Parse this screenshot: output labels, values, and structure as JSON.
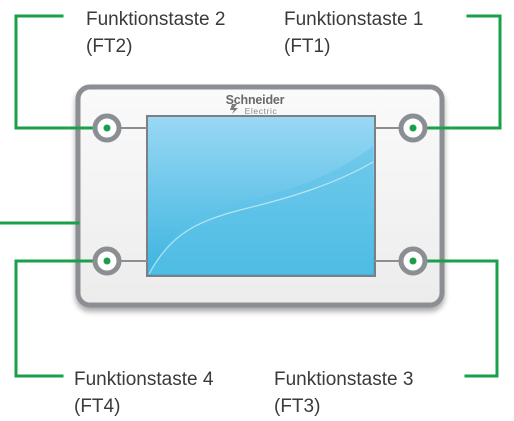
{
  "device": {
    "brand_name": "Schneider",
    "brand_sub": "Electric"
  },
  "keys": {
    "ft2": {
      "name": "Funktionstaste 2",
      "code": "(FT2)"
    },
    "ft1": {
      "name": "Funktionstaste 1",
      "code": "(FT1)"
    },
    "ft4": {
      "name": "Funktionstaste 4",
      "code": "(FT4)"
    },
    "ft3": {
      "name": "Funktionstaste 3",
      "code": "(FT3)"
    }
  },
  "colors": {
    "callout_line": "#1aa04a",
    "frame_border": "#8b8f93",
    "screen_top": "#9ad8f4",
    "screen_bottom": "#3bb4df"
  }
}
